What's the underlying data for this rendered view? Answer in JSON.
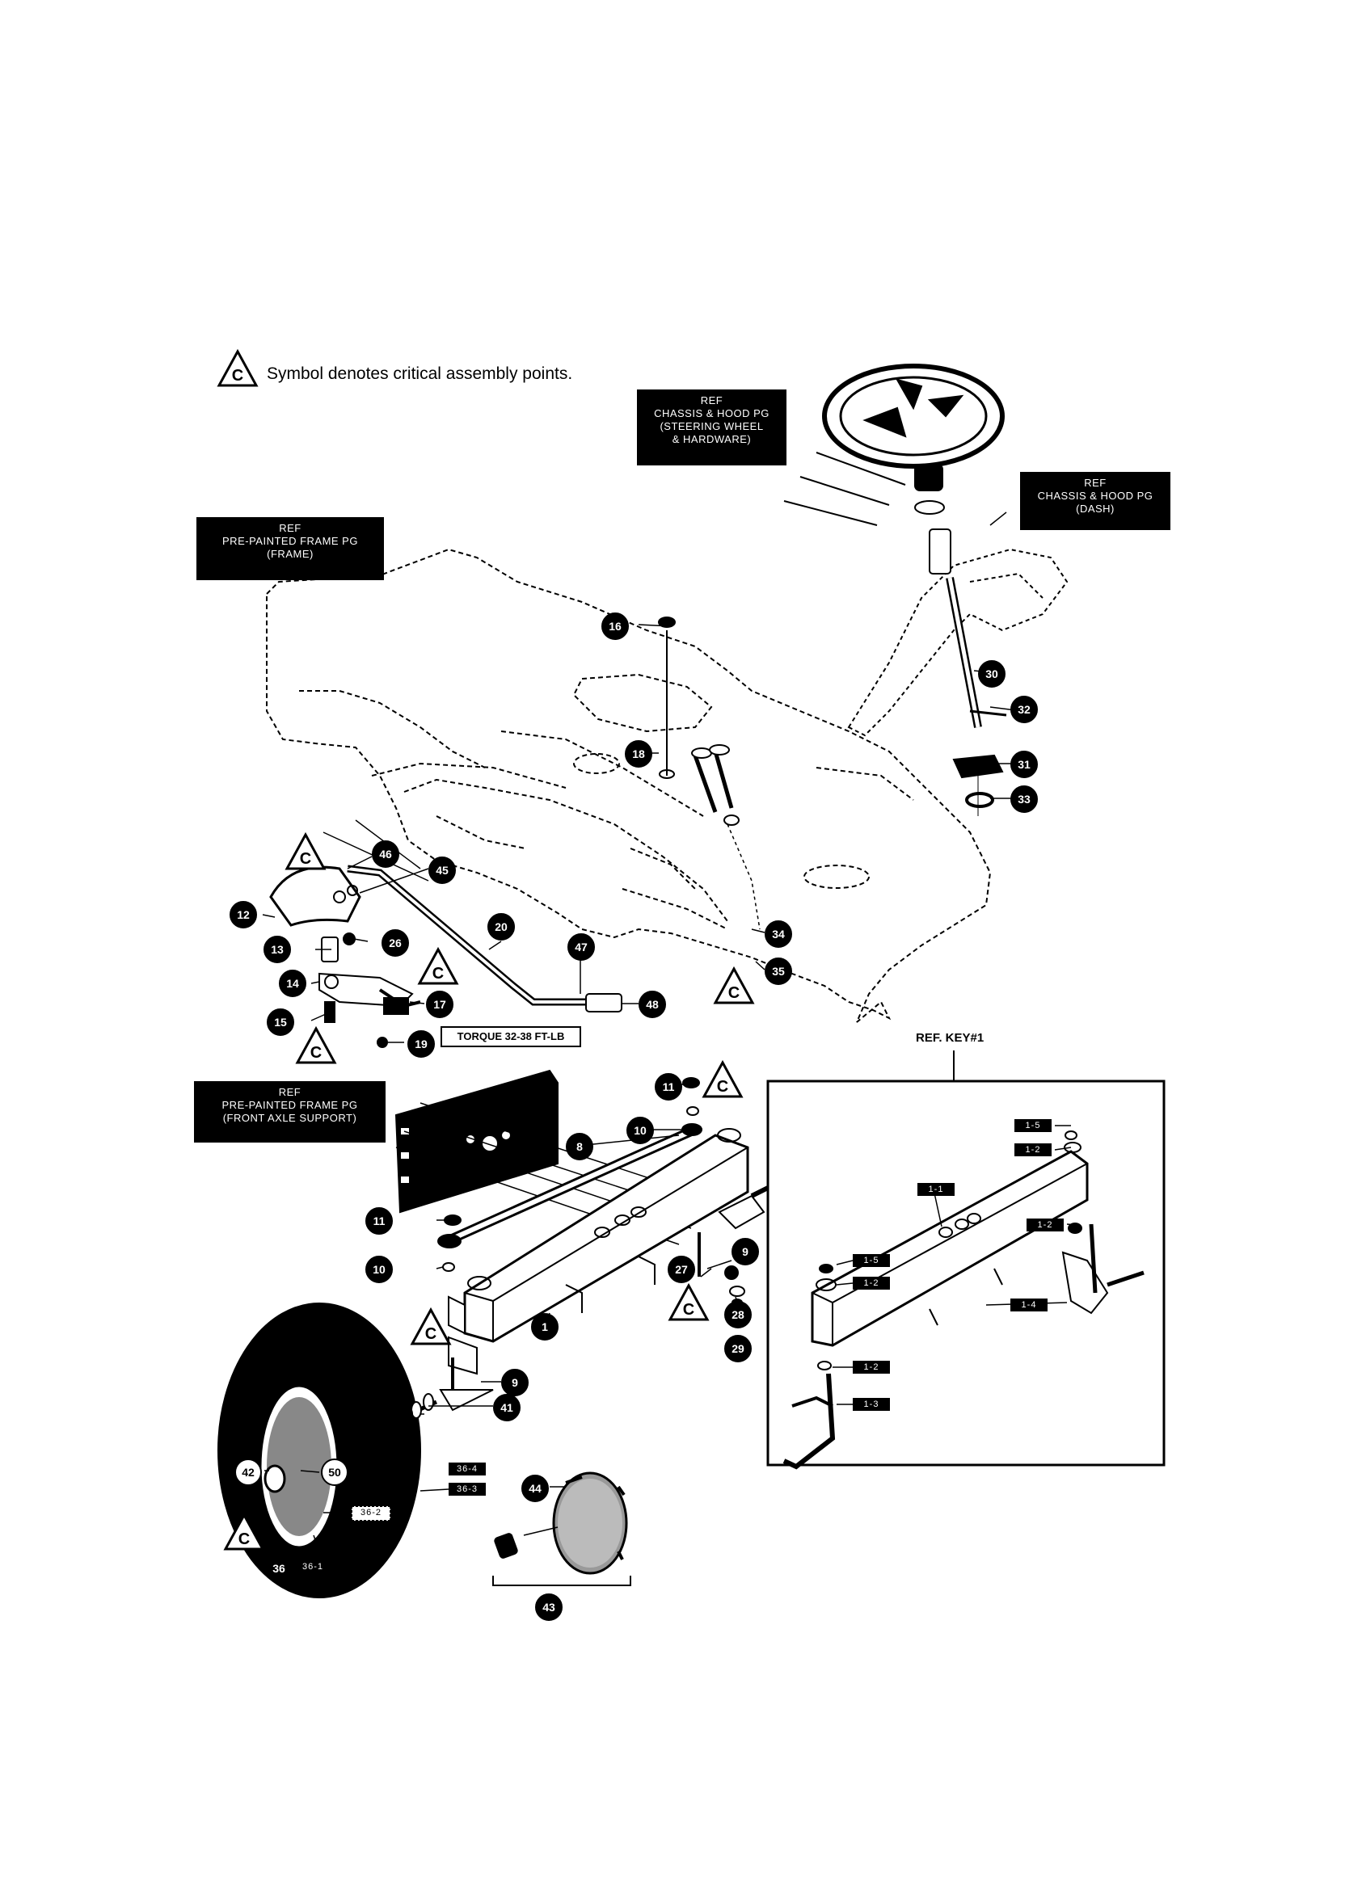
{
  "note": {
    "symbol": "C",
    "text": "Symbol denotes critical assembly points."
  },
  "ref_boxes": {
    "steering": [
      "REF",
      "CHASSIS & HOOD PG",
      "(STEERING WHEEL",
      "& HARDWARE)"
    ],
    "dash": [
      "REF",
      "CHASSIS & HOOD PG",
      "(DASH)"
    ],
    "frame": [
      "REF",
      "PRE-PAINTED FRAME PG",
      "(FRAME)"
    ],
    "axle_support": [
      "REF",
      "PRE-PAINTED FRAME PG",
      "(FRONT AXLE SUPPORT)"
    ]
  },
  "torque_label": "TORQUE 32-38 FT-LB",
  "ref_key_title": "REF. KEY#1",
  "callouts": {
    "c16": "16",
    "c18": "18",
    "c30": "30",
    "c32": "32",
    "c31": "31",
    "c33": "33",
    "c46": "46",
    "c45": "45",
    "c12": "12",
    "c20": "20",
    "c47": "47",
    "c13": "13",
    "c26": "26",
    "c14": "14",
    "c17": "17",
    "c15": "15",
    "c19": "19",
    "c48": "48",
    "c34": "34",
    "c35": "35",
    "c11a": "11",
    "c10a": "10",
    "c8": "8",
    "c11b": "11",
    "c10b": "10",
    "c9a": "9",
    "c27": "27",
    "c28": "28",
    "c29": "29",
    "c1": "1",
    "c9b": "9",
    "c41": "41",
    "c42": "42",
    "c50": "50",
    "c36": "36",
    "c44": "44",
    "c43": "43"
  },
  "tags": {
    "t363": "36-3",
    "t364": "36-4",
    "t362": "36-2",
    "t361": "36-1",
    "k15a": "1-5",
    "k12a": "1-2",
    "k11": "1-1",
    "k12b": "1-2",
    "k15b": "1-5",
    "k12c": "1-2",
    "k14": "1-4",
    "k12d": "1-2",
    "k13": "1-3"
  }
}
